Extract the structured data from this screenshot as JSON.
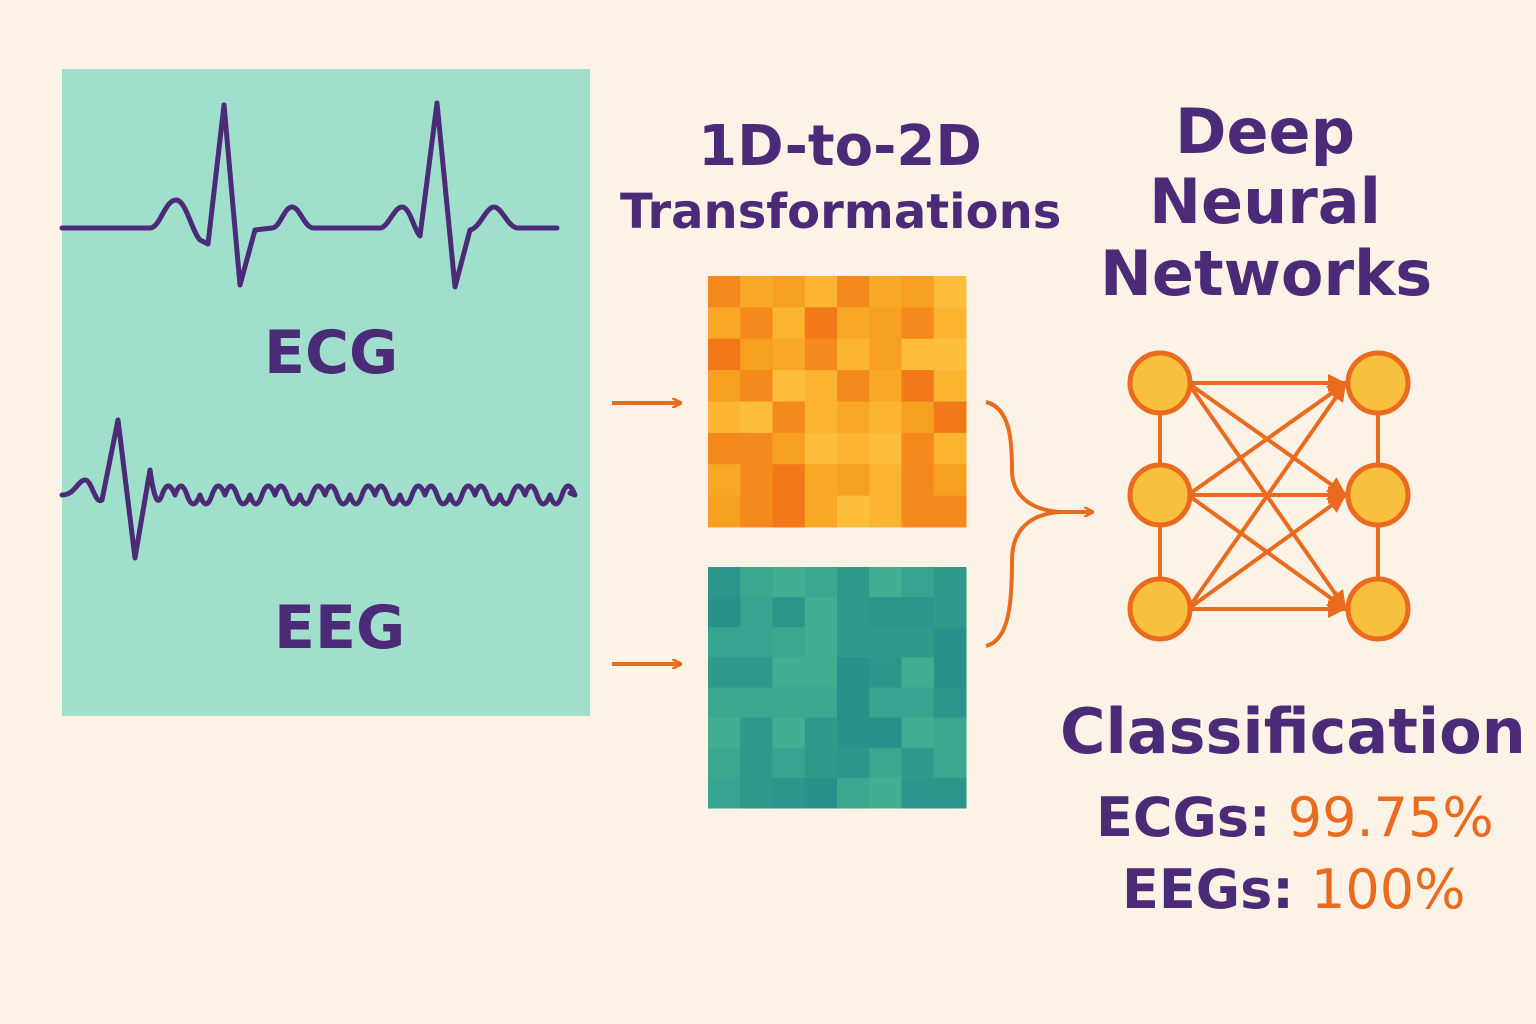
{
  "signals": {
    "ecg_label": "ECG",
    "eeg_label": "EEG"
  },
  "transform": {
    "title_line1": "1D-to-2D",
    "title_line2": "Transformations"
  },
  "network": {
    "title_line1": "Deep",
    "title_line2": "Neural",
    "title_line3": "Networks"
  },
  "classification": {
    "title": "Classification",
    "results": [
      {
        "label": "ECGs:",
        "value": "99.75%"
      },
      {
        "label": "EEGs:",
        "value": "100%"
      }
    ]
  },
  "colors": {
    "background": "#fcf3e6",
    "signal_panel": "#9fdfcb",
    "purple": "#4b2a78",
    "orange": "#ea6a1e",
    "node_fill": "#f9c040"
  }
}
